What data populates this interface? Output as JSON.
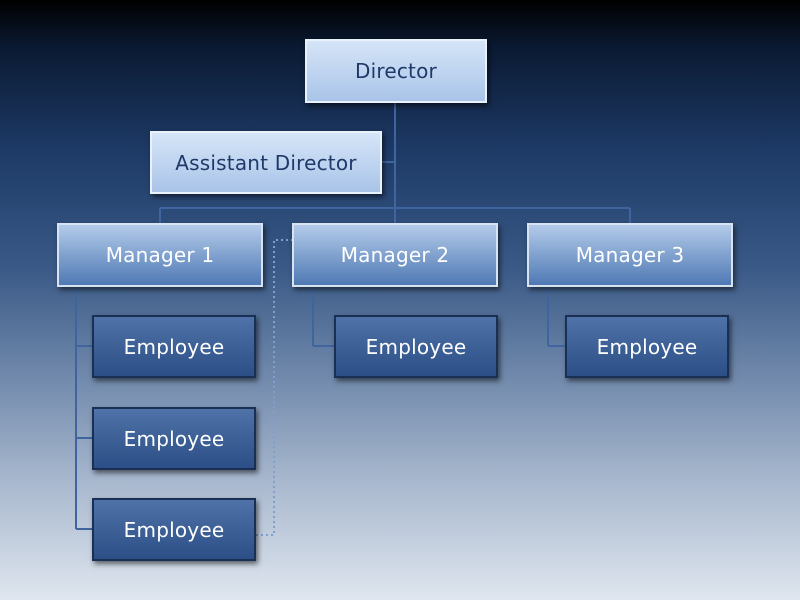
{
  "org_chart": {
    "director": "Director",
    "assistant_director": "Assistant Director",
    "managers": [
      {
        "label": "Manager 1"
      },
      {
        "label": "Manager 2"
      },
      {
        "label": "Manager 3"
      }
    ],
    "employees": {
      "manager_1": [
        "Employee",
        "Employee",
        "Employee"
      ],
      "manager_2": [
        "Employee"
      ],
      "manager_3": [
        "Employee"
      ]
    }
  },
  "colors": {
    "background_top": "#000000",
    "background_bottom": "#dfe6ef",
    "light_box": "#c4d8f2",
    "manager_box": "#7ea0cf",
    "employee_box": "#3a5f96",
    "connector": "#3f64a0"
  }
}
